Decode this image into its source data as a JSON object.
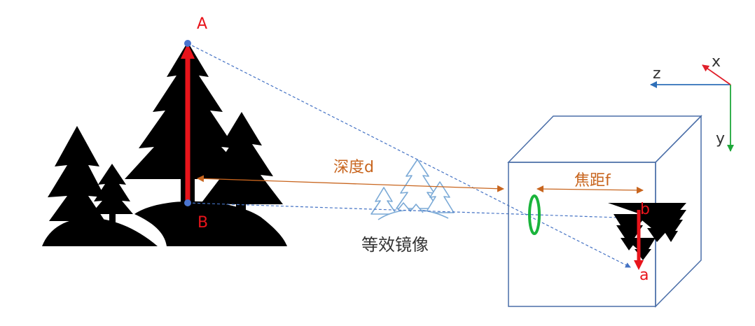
{
  "labels": {
    "point_A": "A",
    "point_B": "B",
    "point_a": "a",
    "point_b": "b",
    "depth": "深度d",
    "focal": "焦距f",
    "mirror": "等效镜像",
    "axis_x": "x",
    "axis_y": "y",
    "axis_z": "z"
  },
  "colors": {
    "object_arrow": "#e8141b",
    "image_arrow": "#e8141b",
    "point_label": "#e8141b",
    "dimension": "#c8651e",
    "ray": "#4472c4",
    "point_marker": "#4a74cf",
    "lens": "#1ab43c",
    "camera_box": "#4a6ea8",
    "tree_dark": "#000000",
    "tree_outline": "#7aa9d6",
    "axis_x": "#e0202b",
    "axis_y": "#1ea83a",
    "axis_z": "#2e6fb8",
    "text": "#333333"
  },
  "icons": {
    "forest": "pine-tree-scene-icon",
    "mirror_forest": "outlined-pine-tree-icon",
    "inverted_forest": "inverted-pine-tree-icon",
    "lens": "lens-ellipse-icon",
    "camera": "camera-box-icon"
  }
}
